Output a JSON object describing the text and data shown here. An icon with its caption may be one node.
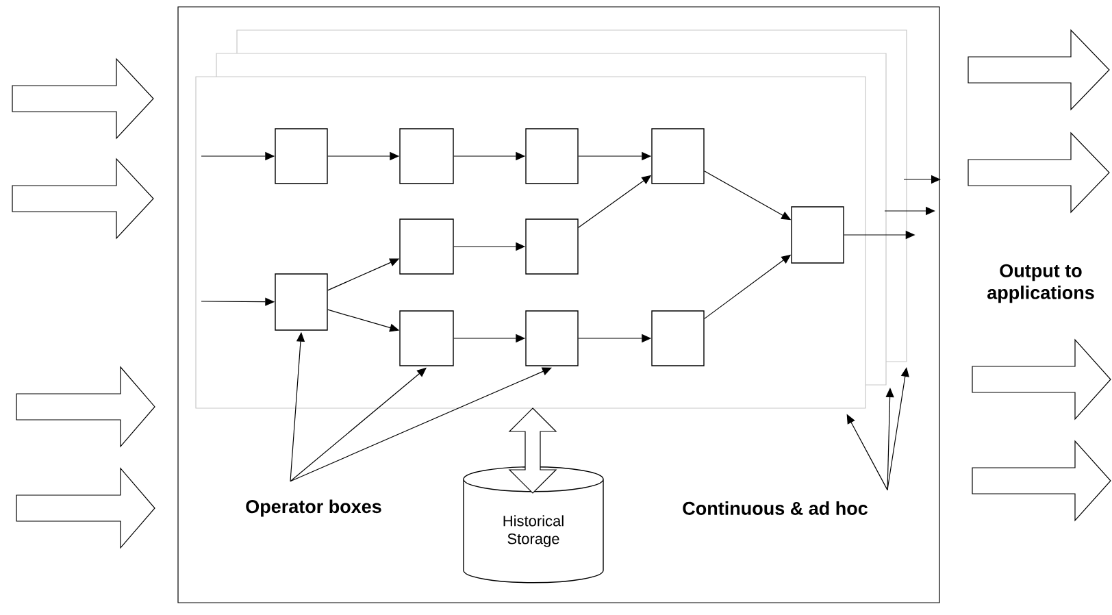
{
  "diagram": {
    "nodes": [
      {
        "text": [],
        "shape": "box"
      },
      {
        "text": [],
        "shape": "box",
        "in": 0
      },
      {
        "text": [],
        "shape": "box",
        "in": 1
      },
      {
        "text": [],
        "shape": "box",
        "in": 1
      },
      {
        "text": [],
        "shape": "box",
        "in": 1
      },
      {
        "text": [],
        "shape": "box",
        "in": 1
      },
      {
        "text": [],
        "shape": "box",
        "in": 1
      },
      {
        "text": [],
        "shape": "box",
        "in": 1
      },
      {
        "text": [],
        "shape": "box",
        "in": 1
      },
      {
        "text": [],
        "shape": "box",
        "in": 1
      },
      {
        "text": [],
        "shape": "box",
        "in": 1
      },
      {
        "text": [],
        "shape": "box",
        "in": 1
      },
      {
        "text": [],
        "shape": "box",
        "in": 1
      },
      {
        "text": [
          "Historical Storage"
        ],
        "in": 0
      },
      {
        "text": [
          "Operator boxes"
        ],
        "in": 0
      },
      {
        "text": [
          "Continuous & ad hoc"
        ],
        "in": 0
      }
    ],
    "edges": [
      {
        "from": null,
        "to": 2,
        "arrow": "to"
      },
      {
        "from": 2,
        "to": 3,
        "arrow": "to"
      },
      {
        "from": 3,
        "to": 4,
        "arrow": "to"
      },
      {
        "from": 4,
        "to": 5,
        "arrow": "to"
      },
      {
        "from": 7,
        "to": 5,
        "arrow": "to"
      },
      {
        "from": 5,
        "to": 8,
        "arrow": "to"
      },
      {
        "from": null,
        "to": 9,
        "arrow": "to"
      },
      {
        "from": 9,
        "to": 6,
        "arrow": "to"
      },
      {
        "from": 9,
        "to": 10,
        "arrow": "to"
      },
      {
        "from": 6,
        "to": 7,
        "arrow": "to"
      },
      {
        "from": 10,
        "to": 11,
        "arrow": "to"
      },
      {
        "from": 11,
        "to": 12,
        "arrow": "to"
      },
      {
        "from": 12,
        "to": 8,
        "arrow": "to"
      },
      {
        "from": 8,
        "to": null,
        "arrow": "to"
      },
      {
        "from": 14,
        "to": 9,
        "arrow": "to"
      },
      {
        "from": 14,
        "to": 10,
        "arrow": "to"
      },
      {
        "from": 14,
        "to": 11,
        "arrow": "to"
      },
      {
        "from": 15,
        "to": 1,
        "arrow": "to"
      },
      {
        "from": 15,
        "to": null,
        "arrow": "to"
      },
      {
        "from": 15,
        "to": null,
        "arrow": "to"
      },
      {
        "from": 1,
        "to": 13,
        "arrow": "both"
      },
      {
        "from": null,
        "to": 0,
        "arrow": "to"
      },
      {
        "from": null,
        "to": 0,
        "arrow": "to"
      },
      {
        "from": null,
        "to": 0,
        "arrow": "to"
      },
      {
        "from": null,
        "to": 0,
        "arrow": "to"
      },
      {
        "from": 0,
        "to": null,
        "arrow": "to"
      },
      {
        "from": 0,
        "to": null,
        "arrow": "to"
      },
      {
        "from": 0,
        "to": null,
        "arrow": "to"
      },
      {
        "from": 0,
        "to": null,
        "arrow": "to"
      }
    ],
    "labels": [
      "Output to applications"
    ]
  }
}
